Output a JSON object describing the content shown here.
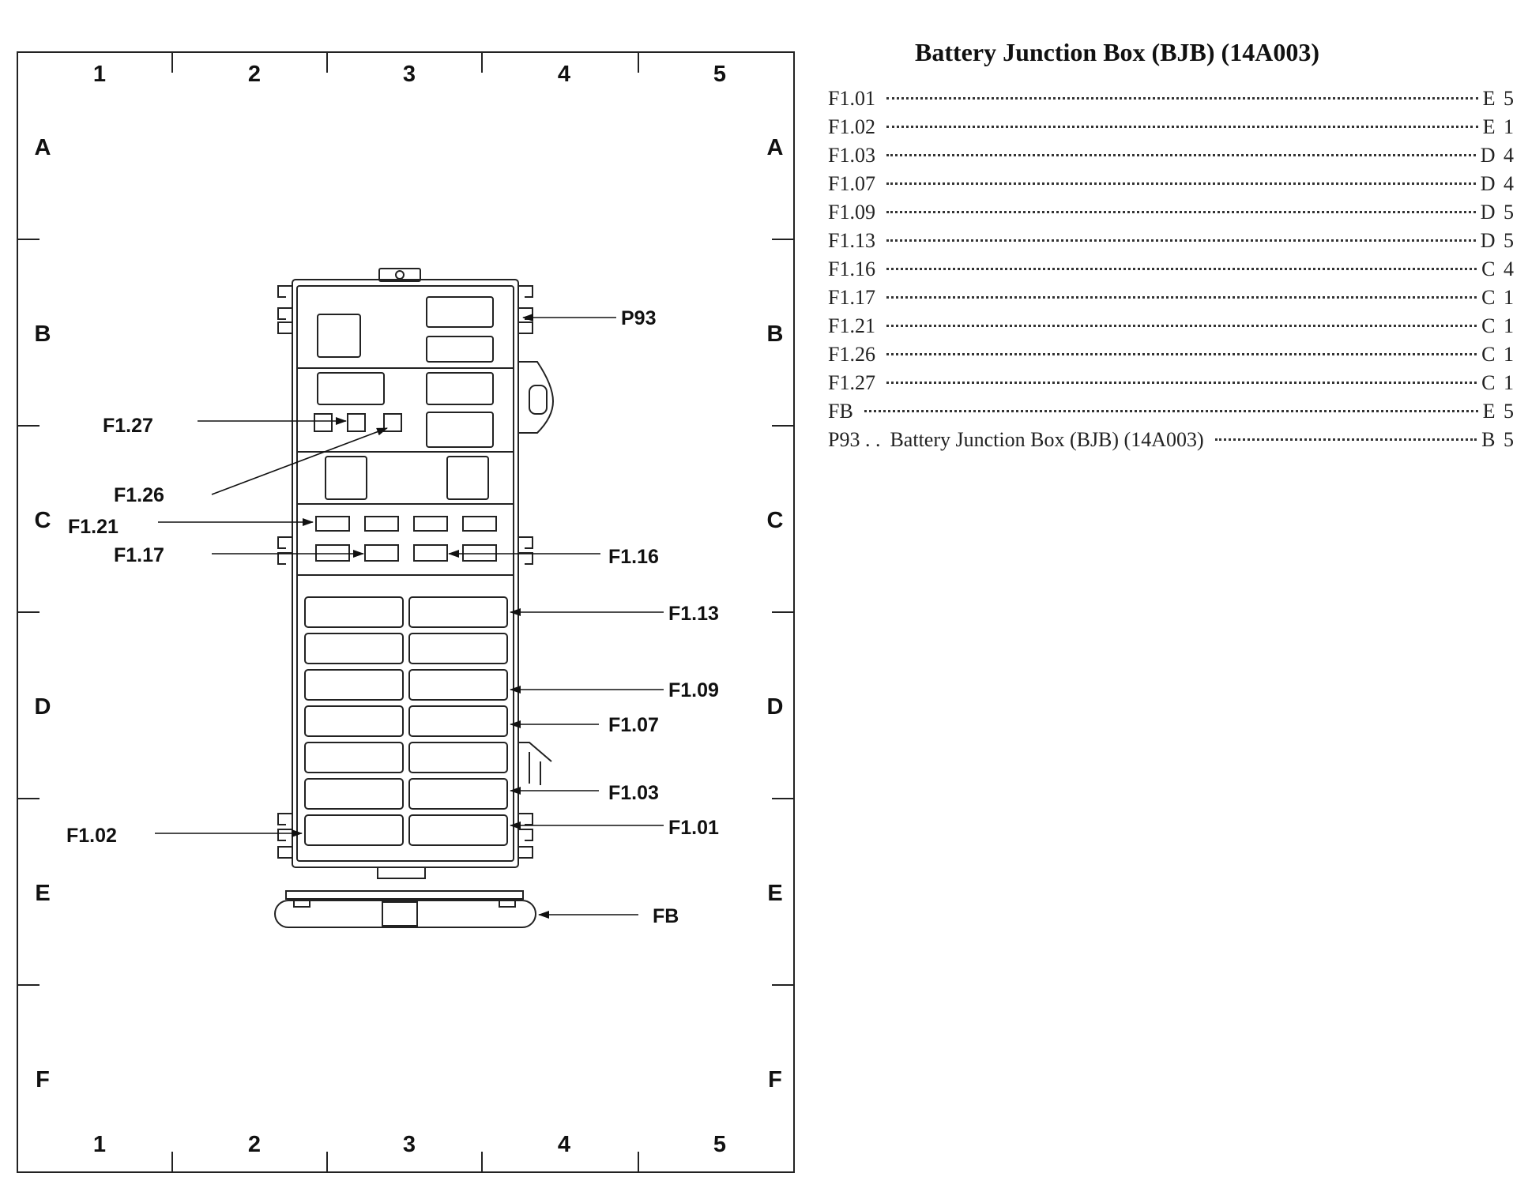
{
  "grid": {
    "columns": [
      "1",
      "2",
      "3",
      "4",
      "5"
    ],
    "rows": [
      "A",
      "B",
      "C",
      "D",
      "E",
      "F"
    ]
  },
  "callouts": {
    "p93": "P93",
    "f127": "F1.27",
    "f126": "F1.26",
    "f121": "F1.21",
    "f117": "F1.17",
    "f116": "F1.16",
    "f113": "F1.13",
    "f109": "F1.09",
    "f107": "F1.07",
    "f103": "F1.03",
    "f101": "F1.01",
    "f102": "F1.02",
    "fb": "FB"
  },
  "index": {
    "title": "Battery Junction Box (BJB) (14A003)",
    "entries": [
      {
        "code": "F1.01",
        "desc": "",
        "loc": "E 5"
      },
      {
        "code": "F1.02",
        "desc": "",
        "loc": "E 1"
      },
      {
        "code": "F1.03",
        "desc": "",
        "loc": "D 4"
      },
      {
        "code": "F1.07",
        "desc": "",
        "loc": "D 4"
      },
      {
        "code": "F1.09",
        "desc": "",
        "loc": "D 5"
      },
      {
        "code": "F1.13",
        "desc": "",
        "loc": "D 5"
      },
      {
        "code": "F1.16",
        "desc": "",
        "loc": "C 4"
      },
      {
        "code": "F1.17",
        "desc": "",
        "loc": "C 1"
      },
      {
        "code": "F1.21",
        "desc": "",
        "loc": "C 1"
      },
      {
        "code": "F1.26",
        "desc": "",
        "loc": "C 1"
      },
      {
        "code": "F1.27",
        "desc": "",
        "loc": "C 1"
      },
      {
        "code": "FB",
        "desc": "",
        "loc": "E 5"
      },
      {
        "code": "P93 . .",
        "desc": "Battery Junction Box (BJB) (14A003)",
        "loc": "B 5"
      }
    ]
  }
}
